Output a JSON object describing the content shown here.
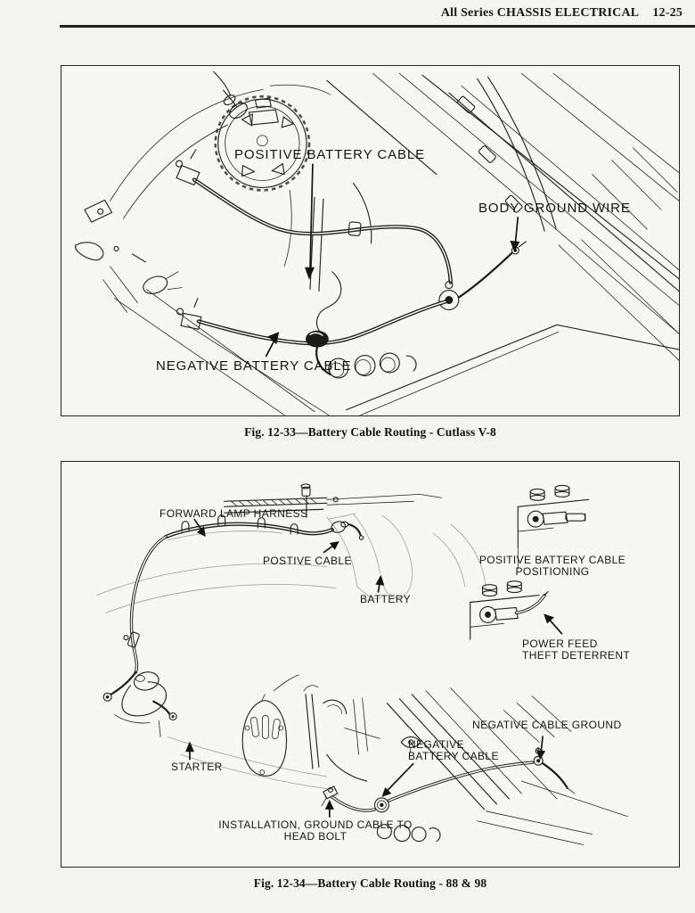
{
  "header": {
    "title": "All Series CHASSIS ELECTRICAL",
    "page_number": "12-25"
  },
  "figures": [
    {
      "caption": "Fig. 12-33—Battery Cable Routing - Cutlass V-8",
      "labels": {
        "positive_battery_cable": "POSITIVE BATTERY CABLE",
        "body_ground_wire": "BODY GROUND WIRE",
        "negative_battery_cable": "NEGATIVE BATTERY CABLE"
      }
    },
    {
      "caption": "Fig. 12-34—Battery Cable Routing - 88 & 98",
      "labels": {
        "forward_lamp_harness": "FORWARD LAMP HARNESS",
        "positive_cable": "POSTIVE CABLE",
        "battery": "BATTERY",
        "positive_positioning_line1": "POSITIVE BATTERY CABLE",
        "positive_positioning_line2": "POSITIONING",
        "power_feed_line1": "POWER FEED",
        "power_feed_line2": "THEFT DETERRENT",
        "negative_cable_ground": "NEGATIVE CABLE GROUND",
        "negative_battery_cable_line1": "NEGATIVE",
        "negative_battery_cable_line2": "BATTERY CABLE",
        "starter": "STARTER",
        "installation_line1": "INSTALLATION, GROUND CABLE TO",
        "installation_line2": "HEAD BOLT"
      }
    }
  ],
  "colors": {
    "paper": "#f4f3ee",
    "ink": "#1d1b18"
  }
}
